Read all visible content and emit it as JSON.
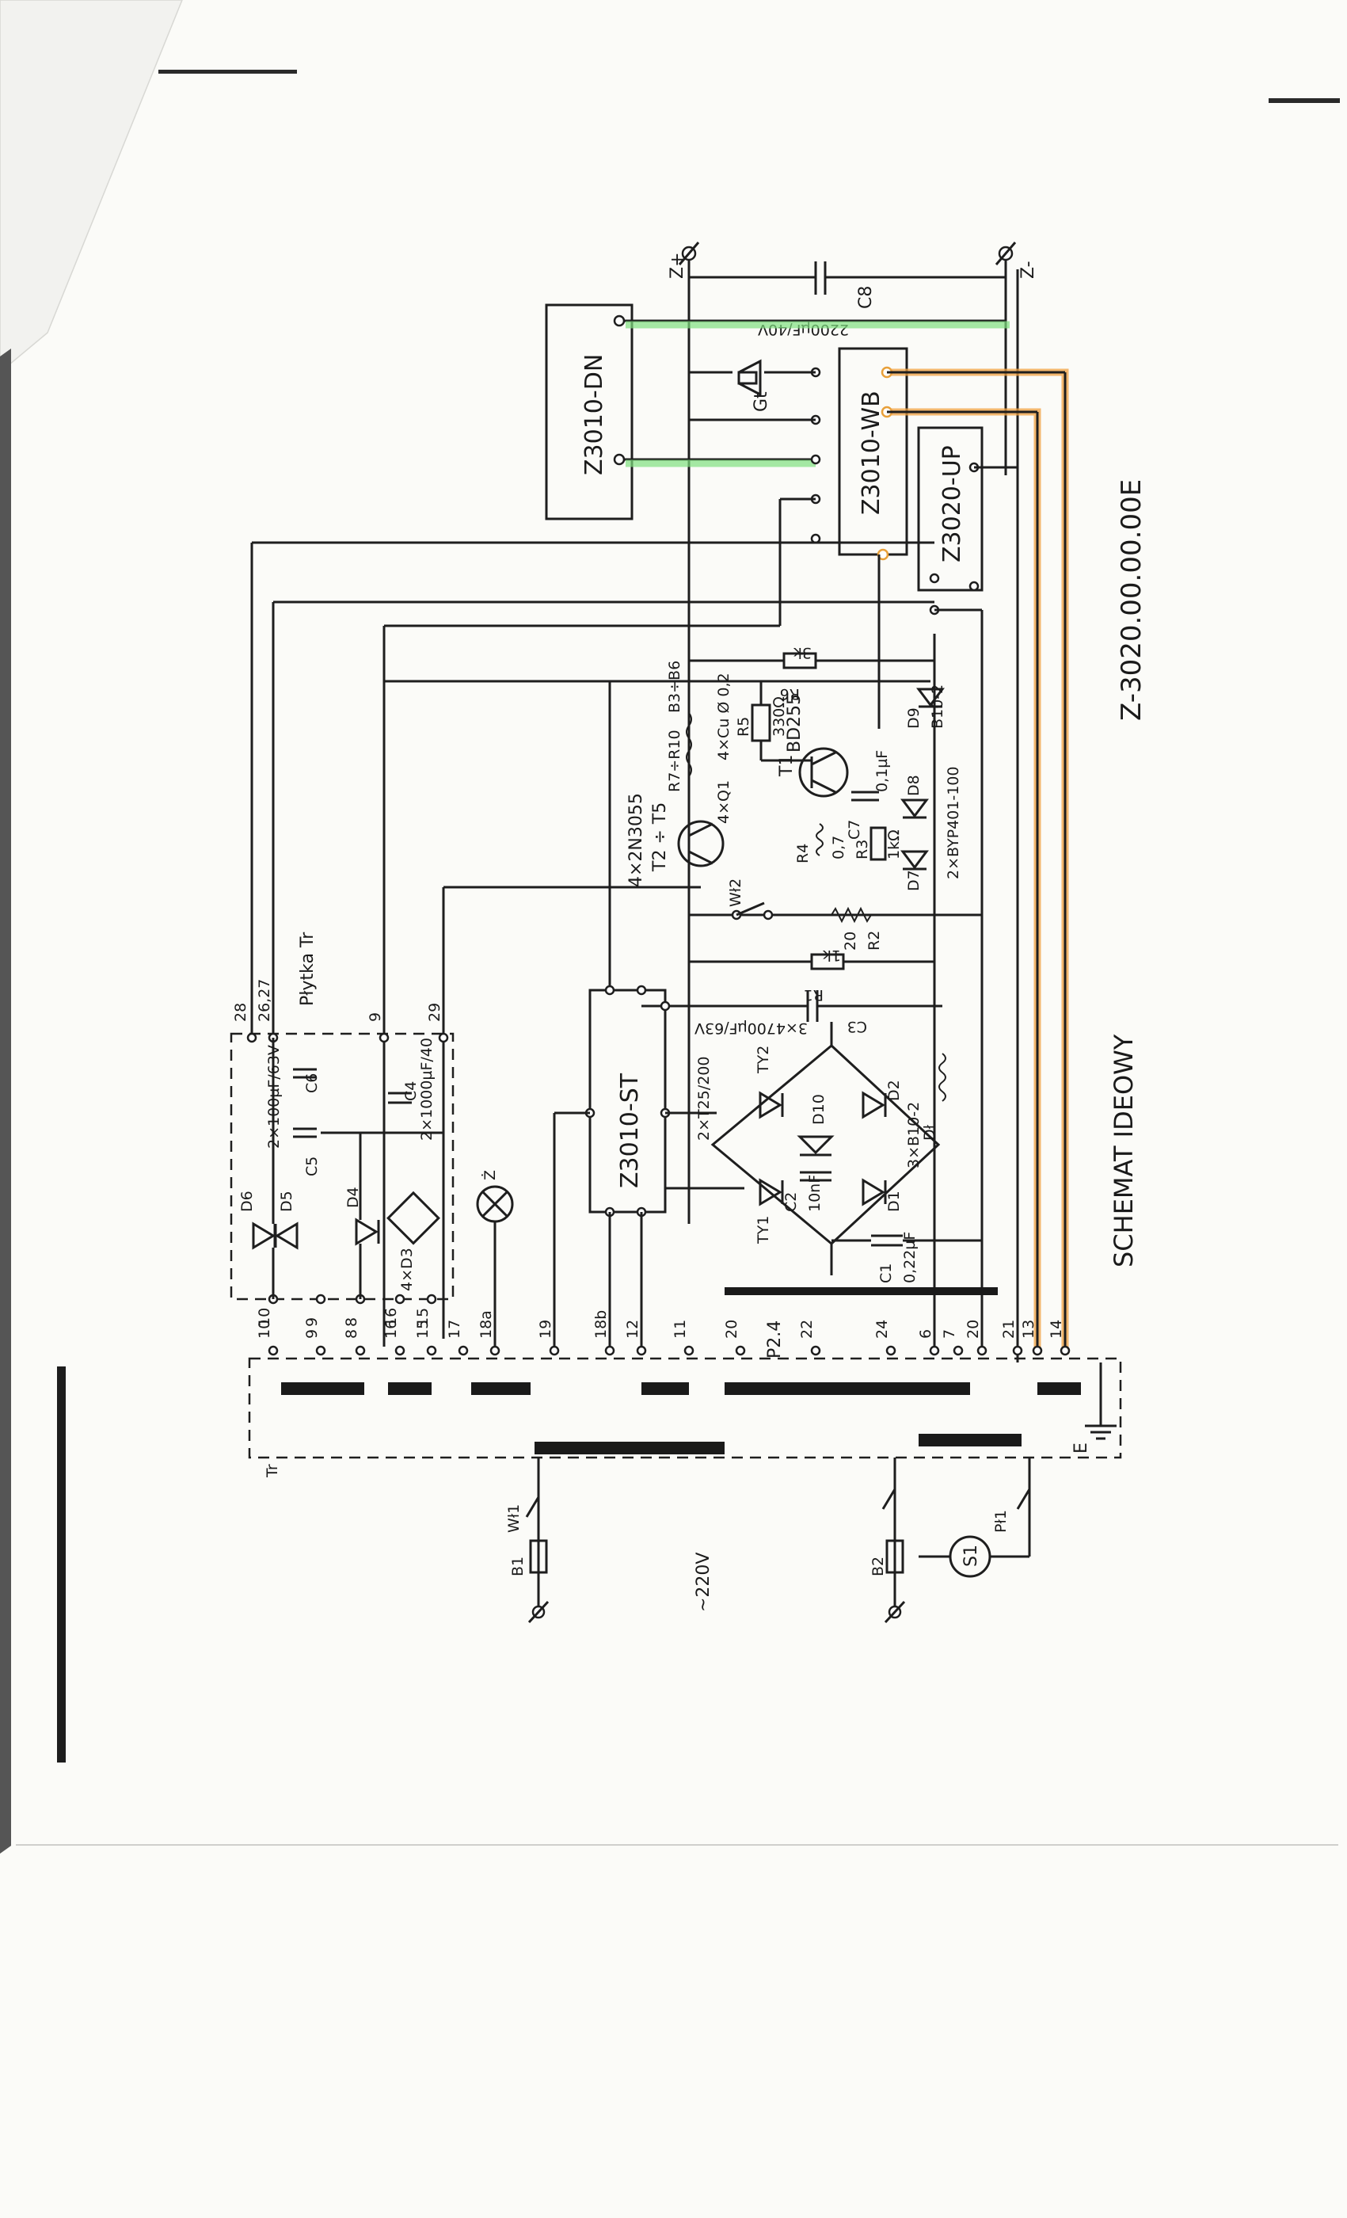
{
  "title": "SCHEMAT IDEOWY",
  "drawing_number": "Z-3020.00.00.00E",
  "terminals": {
    "pos": "Z+",
    "neg": "Z-",
    "earth": "E"
  },
  "modules": {
    "dn": "Z3010-DN",
    "wb": "Z3010-WB",
    "up": "Z3020-UP",
    "st": "Z3010-ST",
    "plytka": "Płytka Tr",
    "tr": "Tr"
  },
  "components": {
    "c8": "C8",
    "c8_value": "2200µF/40V",
    "gt": "Gt",
    "t2t5": "4×2N3055",
    "t2t5_ref": "T2 ÷ T5",
    "r7r10": "R7÷R10",
    "r7r10_value": "4×Cu Ø 0,2",
    "b3b6": "B3÷B6",
    "q1": "4×Q1",
    "r5": "R5",
    "r5_value": "330Ω",
    "t1": "T1",
    "t1_type": "BD255",
    "r4": "R4",
    "r4_value": "0,7",
    "r3": "R3",
    "r3_value": "1kΩ",
    "c7": "C7",
    "c7_value": "0,1µF",
    "d7d8": "2×BYP401-100",
    "d7": "D7",
    "d8": "D8",
    "d9": "D9",
    "d9_type": "B10-2",
    "r6": "R6",
    "r6_value": "3k",
    "r2": "R2",
    "r2_value": "20",
    "r1": "R1",
    "r1_value": "1k",
    "wl2": "Wł2",
    "c3": "C3",
    "c3_value": "3×4700µF/63V",
    "ty1": "TY1",
    "ty2": "TY2",
    "ty_type": "2×T25/200",
    "d10": "D10",
    "c2": "C2",
    "c2_value": "10nF",
    "d1": "D1",
    "d2": "D2",
    "d1d2_type": "3×B10-2",
    "dl": "Dł",
    "c1": "C1",
    "c1_value": "0,22µF",
    "p24": "P2.4",
    "c4": "C4",
    "c4_value": "2×1000µF/40",
    "c5": "C5",
    "c5c6_value": "2×100µF/63V",
    "c6": "C6",
    "d3": "4×D3",
    "d4": "D4",
    "d5": "D5",
    "d6": "D6",
    "lamp": "Ż",
    "wl1": "Wł1",
    "b1": "B1",
    "b2": "B2",
    "s1": "S1",
    "pl1": "Pł1",
    "mains": "~220V"
  },
  "tr_taps": [
    "10",
    "9",
    "8",
    "16",
    "15",
    "17",
    "18a",
    "19",
    "18b",
    "12",
    "11",
    "20",
    "22",
    "24",
    "6",
    "7",
    "20",
    "21",
    "13",
    "14"
  ],
  "plate_pins": [
    "28",
    "26,27",
    "9",
    "29",
    "10",
    "9",
    "8",
    "16",
    "15"
  ]
}
